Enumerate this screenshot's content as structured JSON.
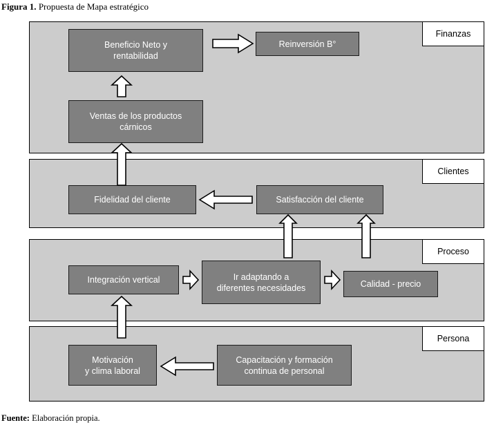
{
  "figure": {
    "label": "Figura 1.",
    "caption": " Propuesta de Mapa estratégico",
    "source_label": "Fuente:",
    "source_text": " Elaboración propia."
  },
  "colors": {
    "band_fill": "#CCCCCC",
    "band_border": "#000000",
    "node_fill": "#808080",
    "node_text": "#FFFFFF",
    "chip_fill": "#FFFFFF",
    "arrow_fill": "#FFFFFF",
    "arrow_stroke": "#000000",
    "page_background": "#FFFFFF"
  },
  "diagram": {
    "type": "strategy-map",
    "perspective_count": 4,
    "bands": [
      {
        "id": "finanzas",
        "chip_label": "Finanzas",
        "nodes": [
          {
            "id": "beneficio-neto",
            "text": "Beneficio Neto y\nrentabilidad",
            "line1": "Beneficio Neto y",
            "line2": "rentabilidad"
          },
          {
            "id": "reinversion",
            "text": "Reinversión B°",
            "line1": "Reinversión B°",
            "line2": ""
          },
          {
            "id": "ventas-carnicos",
            "text": "Ventas de los productos\ncárnicos",
            "line1": "Ventas de los productos",
            "line2": "cárnicos"
          }
        ]
      },
      {
        "id": "clientes",
        "chip_label": "Clientes",
        "nodes": [
          {
            "id": "fidelidad-cliente",
            "text": "Fidelidad del cliente",
            "line1": "Fidelidad del cliente",
            "line2": ""
          },
          {
            "id": "satisfaccion-cliente",
            "text": "Satisfacción del cliente",
            "line1": "Satisfacción del cliente",
            "line2": ""
          }
        ]
      },
      {
        "id": "proceso",
        "chip_label": "Proceso",
        "nodes": [
          {
            "id": "integracion-vertical",
            "text": "Integración vertical",
            "line1": "Integración vertical",
            "line2": ""
          },
          {
            "id": "ir-adaptando",
            "text": "Ir adaptando a\ndiferentes necesidades",
            "line1": "Ir adaptando a",
            "line2": "diferentes necesidades"
          },
          {
            "id": "calidad-precio",
            "text": "Calidad - precio",
            "line1": "Calidad - precio",
            "line2": ""
          }
        ]
      },
      {
        "id": "persona",
        "chip_label": "Persona",
        "nodes": [
          {
            "id": "motivacion-clima",
            "text": "Motivación\ny clima laboral",
            "line1": "Motivación",
            "line2": "y clima laboral"
          },
          {
            "id": "capacitacion-formacion",
            "text": "Capacitación y formación\ncontinua de personal",
            "line1": "Capacitación y formación",
            "line2": "continua de personal"
          }
        ]
      }
    ],
    "connections": [
      {
        "id": "beneficio-to-reinversion",
        "from": "beneficio-neto",
        "to": "reinversion",
        "direction": "right"
      },
      {
        "id": "ventas-to-beneficio",
        "from": "ventas-carnicos",
        "to": "beneficio-neto",
        "direction": "up"
      },
      {
        "id": "fidelidad-to-ventas",
        "from": "fidelidad-cliente",
        "to": "ventas-carnicos",
        "direction": "up"
      },
      {
        "id": "satisfaccion-to-fidelidad",
        "from": "satisfaccion-cliente",
        "to": "fidelidad-cliente",
        "direction": "left"
      },
      {
        "id": "adaptando-to-satisfaccion",
        "from": "ir-adaptando",
        "to": "satisfaccion-cliente",
        "direction": "up"
      },
      {
        "id": "calidad-to-satisfaccion",
        "from": "calidad-precio",
        "to": "satisfaccion-cliente",
        "direction": "up"
      },
      {
        "id": "integracion-to-adaptando",
        "from": "integracion-vertical",
        "to": "ir-adaptando",
        "direction": "right"
      },
      {
        "id": "adaptando-to-calidad",
        "from": "ir-adaptando",
        "to": "calidad-precio",
        "direction": "right"
      },
      {
        "id": "motivacion-to-integracion",
        "from": "motivacion-clima",
        "to": "integracion-vertical",
        "direction": "up"
      },
      {
        "id": "capacitacion-to-motivacion",
        "from": "capacitacion-formacion",
        "to": "motivacion-clima",
        "direction": "left"
      }
    ]
  }
}
